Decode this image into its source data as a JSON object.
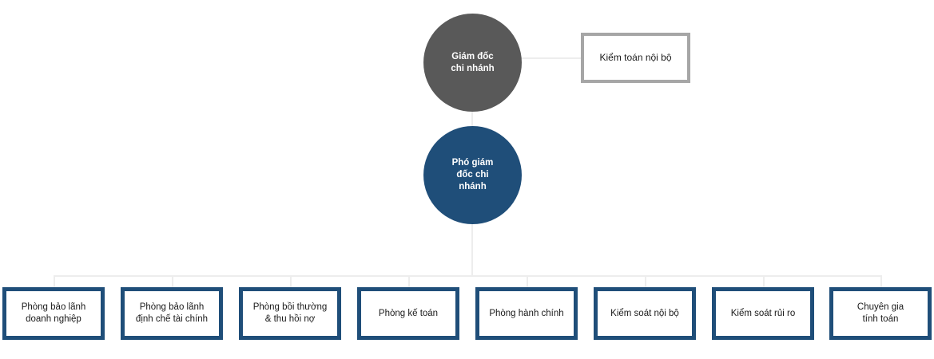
{
  "chart_data": {
    "type": "diagram",
    "title": "",
    "subtype": "organizational-chart",
    "orientation": "top-down",
    "colors": {
      "director_fill": "#595959",
      "deputy_fill": "#1f4e79",
      "department_border": "#1f4e79",
      "audit_border": "#a6a6a6",
      "connector": "#ededed",
      "node_text_on_fill": "#ffffff",
      "box_text": "#1a1a1a",
      "background": "#ffffff"
    },
    "nodes": [
      {
        "id": "director",
        "label": "Giám đốc\nchi nhánh",
        "shape": "circle",
        "level": 0
      },
      {
        "id": "audit",
        "label": "Kiểm toán nội bộ",
        "shape": "rect",
        "level": 0,
        "staff": true
      },
      {
        "id": "deputy",
        "label": "Phó giám\nđốc chi\nnhánh",
        "shape": "circle",
        "level": 1
      },
      {
        "id": "dept-1",
        "label": "Phòng bảo lãnh\ndoanh nghiệp",
        "shape": "rect",
        "level": 2
      },
      {
        "id": "dept-2",
        "label": "Phòng bảo lãnh\nđịnh chế tài chính",
        "shape": "rect",
        "level": 2
      },
      {
        "id": "dept-3",
        "label": "Phòng bồi thường\n& thu hồi nợ",
        "shape": "rect",
        "level": 2
      },
      {
        "id": "dept-4",
        "label": "Phòng kế toán",
        "shape": "rect",
        "level": 2
      },
      {
        "id": "dept-5",
        "label": "Phòng hành chính",
        "shape": "rect",
        "level": 2
      },
      {
        "id": "dept-6",
        "label": "Kiểm soát nội bộ",
        "shape": "rect",
        "level": 2
      },
      {
        "id": "dept-7",
        "label": "Kiểm soát rủi ro",
        "shape": "rect",
        "level": 2
      },
      {
        "id": "dept-8",
        "label": "Chuyên gia\ntính toán",
        "shape": "rect",
        "level": 2
      }
    ],
    "edges": [
      {
        "from": "director",
        "to": "audit",
        "style": "horizontal-dotted-staff"
      },
      {
        "from": "director",
        "to": "deputy",
        "style": "vertical"
      },
      {
        "from": "deputy",
        "to": "dept-1",
        "style": "elbow"
      },
      {
        "from": "deputy",
        "to": "dept-2",
        "style": "elbow"
      },
      {
        "from": "deputy",
        "to": "dept-3",
        "style": "elbow"
      },
      {
        "from": "deputy",
        "to": "dept-4",
        "style": "elbow"
      },
      {
        "from": "deputy",
        "to": "dept-5",
        "style": "elbow"
      },
      {
        "from": "deputy",
        "to": "dept-6",
        "style": "elbow"
      },
      {
        "from": "deputy",
        "to": "dept-7",
        "style": "elbow"
      },
      {
        "from": "deputy",
        "to": "dept-8",
        "style": "elbow"
      }
    ]
  },
  "chart": {
    "director": {
      "label": "Giám đốc\nchi nhánh"
    },
    "audit": {
      "label": "Kiểm toán nội bộ"
    },
    "deputy": {
      "label": "Phó giám\nđốc chi\nnhánh"
    },
    "departments": [
      {
        "label": "Phòng bảo lãnh\ndoanh nghiệp"
      },
      {
        "label": "Phòng bảo lãnh\nđịnh chế tài chính"
      },
      {
        "label": "Phòng bồi thường\n& thu hồi nợ"
      },
      {
        "label": "Phòng kế toán"
      },
      {
        "label": "Phòng hành chính"
      },
      {
        "label": "Kiểm soát nội bộ"
      },
      {
        "label": "Kiểm soát rủi ro"
      },
      {
        "label": "Chuyên gia\ntính toán"
      }
    ]
  }
}
